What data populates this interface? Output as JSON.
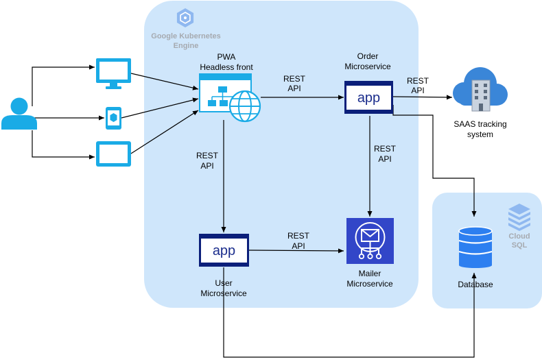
{
  "colors": {
    "zone_fill": "#cfe6fb",
    "icon_blue": "#1aabe6",
    "app_navy": "#0b1f7a",
    "mailer_bg": "#3246c8",
    "db_blue": "#2d7ff0",
    "cloud_blue": "#3a86d8",
    "gke_icon": "#8fb8f0",
    "group_label_gray": "#a6aab0"
  },
  "groups": {
    "gke": {
      "label_line1": "Google Kubernetes",
      "label_line2": "Engine",
      "icon": "kubernetes-hexagon-icon"
    },
    "cloud_sql": {
      "label_line1": "Cloud",
      "label_line2": "SQL",
      "icon": "cloud-sql-icon"
    }
  },
  "nodes": {
    "user": {
      "icon": "user-icon"
    },
    "desktop": {
      "icon": "desktop-monitor-icon"
    },
    "mobile": {
      "icon": "mobile-phone-icon"
    },
    "tablet": {
      "icon": "tablet-icon"
    },
    "pwa": {
      "label_line1": "PWA",
      "label_line2": "Headless front",
      "icon": "web-app-globe-icon"
    },
    "order": {
      "label_line1": "Order",
      "label_line2": "Microservice",
      "app_text": "app"
    },
    "user_ms": {
      "label_line1": "User",
      "label_line2": "Microservice",
      "app_text": "app"
    },
    "mailer": {
      "label_line1": "Mailer",
      "label_line2": "Microservice",
      "icon": "mail-envelope-icon"
    },
    "saas": {
      "label_line1": "SAAS tracking",
      "label_line2": "system",
      "icon": "cloud-building-icon"
    },
    "database": {
      "label": "Database",
      "icon": "database-cylinder-icon"
    }
  },
  "edge_labels": {
    "pwa_order": {
      "line1": "REST",
      "line2": "API"
    },
    "order_saas": {
      "line1": "REST",
      "line2": "API"
    },
    "pwa_user": {
      "line1": "REST",
      "line2": "API"
    },
    "order_mailer": {
      "line1": "REST",
      "line2": "API"
    },
    "user_mailer": {
      "line1": "REST",
      "line2": "API"
    }
  }
}
